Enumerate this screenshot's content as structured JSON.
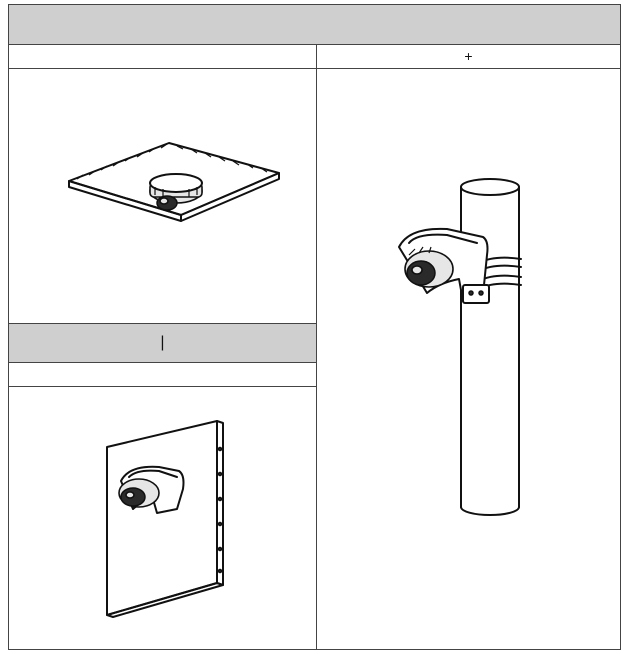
{
  "header": {
    "title": ""
  },
  "columns": {
    "left_header": "",
    "right_header": "+"
  },
  "mid_section": {
    "label": "|",
    "subheader": ""
  },
  "images": {
    "ceiling": "ceiling-mount-illustration",
    "pole": "pole-mount-illustration",
    "wall": "wall-mount-illustration"
  }
}
